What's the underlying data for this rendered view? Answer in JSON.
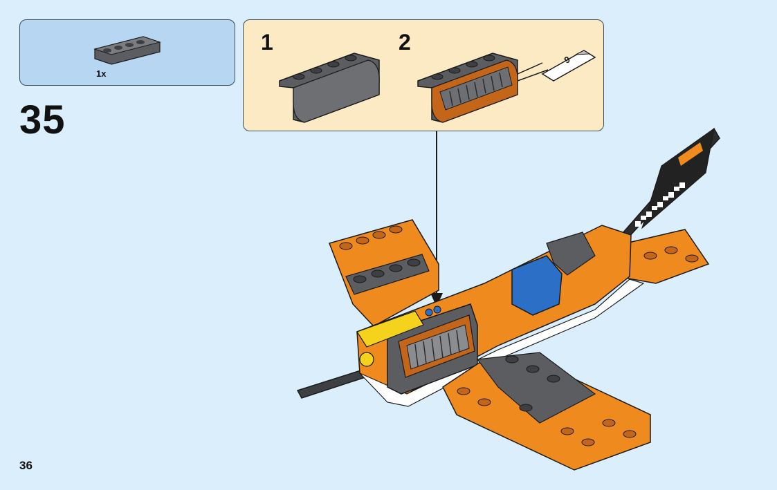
{
  "parts_list": {
    "items": [
      {
        "quantity": "1x",
        "part": "slope-brick-gray-icon",
        "color": "#6d6f72"
      }
    ]
  },
  "step": {
    "number": "35"
  },
  "sub_steps": [
    {
      "number": "1"
    },
    {
      "number": "2"
    }
  ],
  "sticker": {
    "number": "9"
  },
  "page": {
    "number": "36"
  },
  "colors": {
    "background": "#dbeefb",
    "parts_box": "#b6d6f2",
    "sub_box": "#fbeac3",
    "orange": "#ef8a1f",
    "dark_gray": "#5b5d60",
    "blue": "#2c6fc7"
  }
}
